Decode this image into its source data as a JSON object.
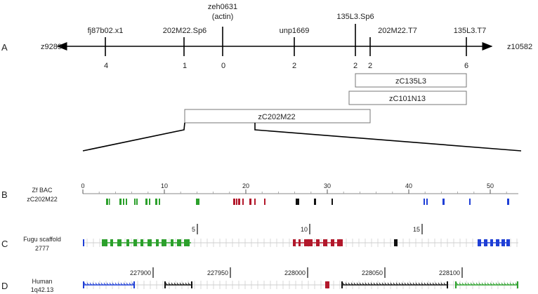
{
  "panels": {
    "a": "A",
    "b": "B",
    "c": "C",
    "d": "D"
  },
  "map": {
    "left_end": "z9289",
    "right_end": "z10582",
    "markers": [
      {
        "name": "fj87b02.x1",
        "count": "4"
      },
      {
        "name": "202M22.Sp6",
        "count": "1"
      },
      {
        "name": "zeh0631",
        "name2": "(actin)",
        "count": "0"
      },
      {
        "name": "unp1669",
        "count": "2"
      },
      {
        "name": "135L3.Sp6",
        "count": "2"
      },
      {
        "name": "202M22.T7",
        "count": "2"
      },
      {
        "name": "135L3.T7",
        "count": "6"
      }
    ],
    "clones": [
      "zC135L3",
      "zC101N13",
      "zC202M22"
    ]
  },
  "tracks": {
    "zf": {
      "label1": "Zf BAC",
      "label2": "zC202M22",
      "ticks": [
        "0",
        "10",
        "20",
        "30",
        "40",
        "50"
      ]
    },
    "fugu": {
      "label1": "Fugu scaffold",
      "label2": "2777",
      "ticks": [
        "5",
        "10",
        "15"
      ]
    },
    "human": {
      "label1": "Human",
      "label2": "1q42.13",
      "ticks": [
        "227900",
        "227950",
        "228000",
        "228050",
        "228100"
      ]
    }
  },
  "colors": {
    "green": "#2ca02c",
    "red": "#b2182b",
    "black": "#111111",
    "blue": "#1f3fd6",
    "grid": "#cfcfcf"
  }
}
